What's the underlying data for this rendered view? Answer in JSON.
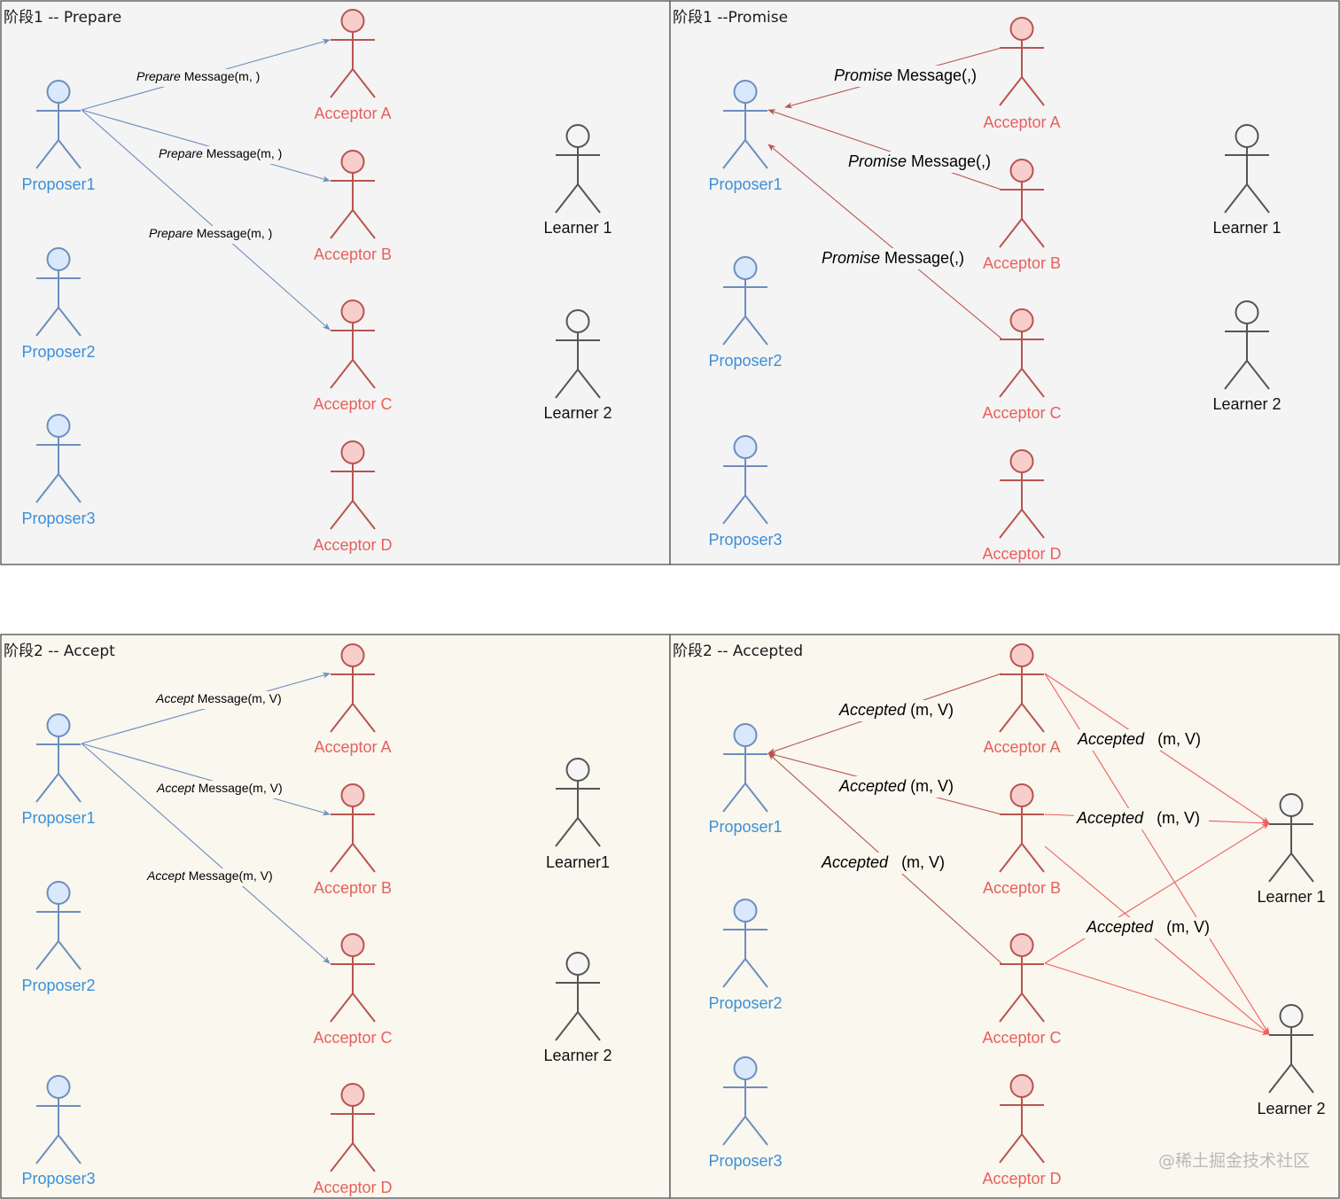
{
  "colors": {
    "panel_bg_top": "#f4f4f4",
    "panel_bg_bottom": "#f9f7ee",
    "panel_border": "#666666",
    "proposer_fill": "#dae8fc",
    "proposer_stroke": "#6c8ebf",
    "proposer_label": "#3b8fd8",
    "acceptor_fill": "#f8cecc",
    "acceptor_stroke": "#b85450",
    "acceptor_label": "#e8605c",
    "learner_fill": "#f5f5f5",
    "learner_stroke": "#555555",
    "learner_label": "#111111",
    "blue_arrow": "#6c8ebf",
    "red_arrow": "#b85450",
    "light_red_arrow": "#ef5f5f"
  },
  "panels": [
    {
      "title": "阶段1 -- Prepare",
      "actors": {
        "proposers": [
          "Proposer1",
          "Proposer2",
          "Proposer3"
        ],
        "acceptors": [
          "Acceptor A",
          "Acceptor B",
          "Acceptor C",
          "Acceptor D"
        ],
        "learners": [
          "Learner 1",
          "Learner 2"
        ]
      },
      "messages": [
        {
          "italic": "Prepare",
          "text": " Message(m, )"
        },
        {
          "italic": "Prepare",
          "text": " Message(m, )"
        },
        {
          "italic": "Prepare",
          "text": " Message(m, )"
        }
      ]
    },
    {
      "title": "阶段1 --Promise",
      "actors": {
        "proposers": [
          "Proposer1",
          "Proposer2",
          "Proposer3"
        ],
        "acceptors": [
          "Acceptor A",
          "Acceptor B",
          "Acceptor C",
          "Acceptor D"
        ],
        "learners": [
          "Learner 1",
          "Learner 2"
        ]
      },
      "messages": [
        {
          "italic": "Promise",
          "text": " Message(,)"
        },
        {
          "italic": "Promise",
          "text": " Message(,)"
        },
        {
          "italic": "Promise",
          "text": " Message(,)"
        }
      ]
    },
    {
      "title": "阶段2 -- Accept",
      "actors": {
        "proposers": [
          "Proposer1",
          "Proposer2",
          "Proposer3"
        ],
        "acceptors": [
          "Acceptor A",
          "Acceptor B",
          "Acceptor C",
          "Acceptor D"
        ],
        "learners": [
          "Learner1",
          "Learner 2"
        ]
      },
      "messages": [
        {
          "italic": "Accept",
          "text": " Message(m, V)"
        },
        {
          "italic": "Accept",
          "text": " Message(m, V)"
        },
        {
          "italic": "Accept",
          "text": " Message(m, V)"
        }
      ]
    },
    {
      "title": "阶段2 -- Accepted",
      "actors": {
        "proposers": [
          "Proposer1",
          "Proposer2",
          "Proposer3"
        ],
        "acceptors": [
          "Acceptor A",
          "Acceptor B",
          "Acceptor C",
          "Acceptor D"
        ],
        "learners": [
          "Learner 1",
          "Learner 2"
        ]
      },
      "messages": [
        {
          "italic": "Accepted",
          "text": " (m, V)"
        },
        {
          "italic": "Accepted",
          "text": " (m, V)"
        },
        {
          "italic": "Accepted",
          "text": "   (m, V)"
        },
        {
          "italic": "Accepted",
          "text": "   (m, V)"
        },
        {
          "italic": "Accepted",
          "text": "   (m, V)"
        },
        {
          "italic": "Accepted",
          "text": "   (m, V)"
        }
      ]
    }
  ],
  "watermark": "@稀土掘金技术社区"
}
